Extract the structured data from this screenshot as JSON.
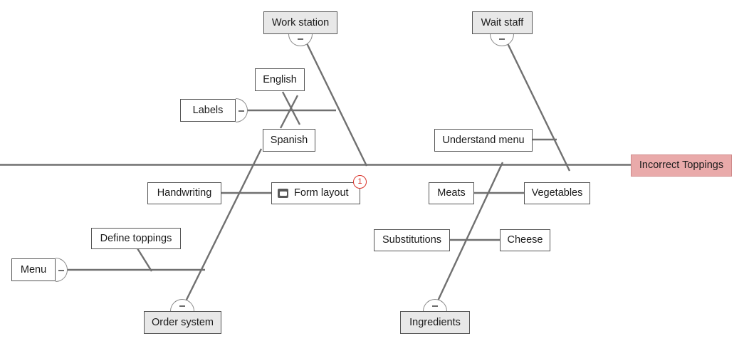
{
  "diagram": {
    "type": "fishbone",
    "title": "Incorrect Toppings",
    "head": {
      "label": "Incorrect Toppings",
      "fill": "#e9aaaa",
      "border": "#d08a8a"
    },
    "spine_color": "#707070",
    "category_fill": "#e8e8e8",
    "node_border": "#555555",
    "badge_color": "#d9342b",
    "categories": [
      {
        "name": "work-station",
        "label": "Work station",
        "position": "top-left",
        "collapse": "minus"
      },
      {
        "name": "wait-staff",
        "label": "Wait staff",
        "position": "top-right",
        "collapse": "minus"
      },
      {
        "name": "order-system",
        "label": "Order system",
        "position": "bottom-left",
        "collapse": "minus"
      },
      {
        "name": "ingredients",
        "label": "Ingredients",
        "position": "bottom-right",
        "collapse": "minus"
      }
    ],
    "causes": [
      {
        "name": "labels",
        "label": "Labels",
        "parent": "work-station",
        "collapse": "minus"
      },
      {
        "name": "english",
        "label": "English",
        "parent": "labels"
      },
      {
        "name": "spanish",
        "label": "Spanish",
        "parent": "labels"
      },
      {
        "name": "understand-menu",
        "label": "Understand menu",
        "parent": "wait-staff"
      },
      {
        "name": "handwriting",
        "label": "Handwriting",
        "parent": "order-system"
      },
      {
        "name": "form-layout",
        "label": "Form layout",
        "parent": "order-system",
        "icon": "note-icon",
        "badge": "1"
      },
      {
        "name": "menu",
        "label": "Menu",
        "parent": "order-system",
        "collapse": "minus"
      },
      {
        "name": "define-toppings",
        "label": "Define toppings",
        "parent": "menu"
      },
      {
        "name": "meats",
        "label": "Meats",
        "parent": "ingredients"
      },
      {
        "name": "vegetables",
        "label": "Vegetables",
        "parent": "ingredients"
      },
      {
        "name": "substitutions",
        "label": "Substitutions",
        "parent": "ingredients"
      },
      {
        "name": "cheese",
        "label": "Cheese",
        "parent": "ingredients"
      }
    ]
  }
}
